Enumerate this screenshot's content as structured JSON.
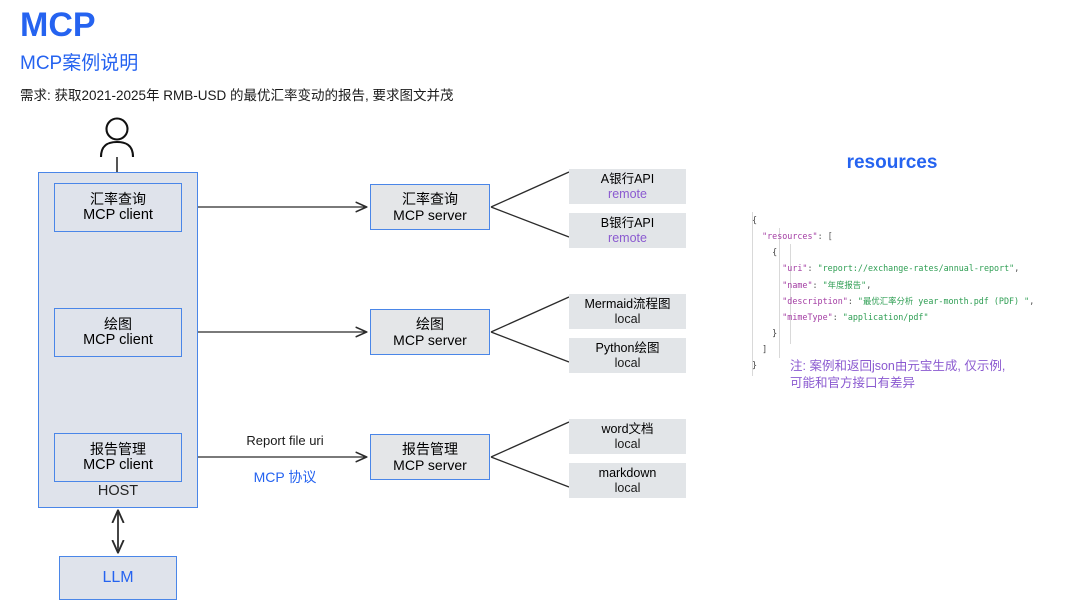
{
  "header": {
    "title": "MCP",
    "subtitle": "MCP案例说明",
    "requirement": "需求: 获取2021-2025年 RMB-USD 的最优汇率变动的报告, 要求图文并茂"
  },
  "diagram": {
    "actor_icon": "person-icon",
    "host_label": "HOST",
    "llm_label": "LLM",
    "clients": [
      {
        "line1": "汇率查询",
        "line2": "MCP client"
      },
      {
        "line1": "绘图",
        "line2": "MCP client"
      },
      {
        "line1": "报告管理",
        "line2": "MCP client"
      }
    ],
    "servers": [
      {
        "line1": "汇率查询",
        "line2": "MCP server"
      },
      {
        "line1": "绘图",
        "line2": "MCP server"
      },
      {
        "line1": "报告管理",
        "line2": "MCP server"
      }
    ],
    "resources": [
      {
        "name": "A银行API",
        "scope": "remote"
      },
      {
        "name": "B银行API",
        "scope": "remote"
      },
      {
        "name": "Mermaid流程图",
        "scope": "local"
      },
      {
        "name": "Python绘图",
        "scope": "local"
      },
      {
        "name": "word文档",
        "scope": "local"
      },
      {
        "name": "markdown",
        "scope": "local"
      }
    ],
    "arrow_labels": {
      "report_file_uri": "Report file uri",
      "mcp_protocol": "MCP 协议"
    }
  },
  "right_panel": {
    "title": "resources",
    "json_lines": [
      "{",
      "  \"resources\": [",
      "    {",
      "      \"uri\": \"report://exchange-rates/annual-report\",",
      "      \"name\": \"年度报告\",",
      "      \"description\": \"最优汇率分析 year-month.pdf (PDF) \",",
      "      \"mimeType\": \"application/pdf\"",
      "    }",
      "  ]",
      "}"
    ],
    "json_tokens": {
      "key_resources": "\"resources\"",
      "key_uri": "\"uri\"",
      "key_name": "\"name\"",
      "key_description": "\"description\"",
      "key_mimeType": "\"mimeType\"",
      "val_uri": "\"report://exchange-rates/annual-report\"",
      "val_name": "\"年度报告\"",
      "val_description": "\"最优汇率分析 year-month.pdf (PDF) \"",
      "val_mimeType": "\"application/pdf\""
    },
    "note_line1": "注: 案例和返回json由元宝生成, 仅示例,",
    "note_line2": "可能和官方接口有差异"
  },
  "colors": {
    "brand_blue": "#2563f0",
    "box_border_blue": "#4a86e8",
    "host_fill": "#dfe3eb",
    "resource_fill": "#e2e5e8",
    "remote_purple": "#8b5ad0",
    "json_key_purple": "#a33ca3",
    "json_string_green": "#2e9e53"
  }
}
